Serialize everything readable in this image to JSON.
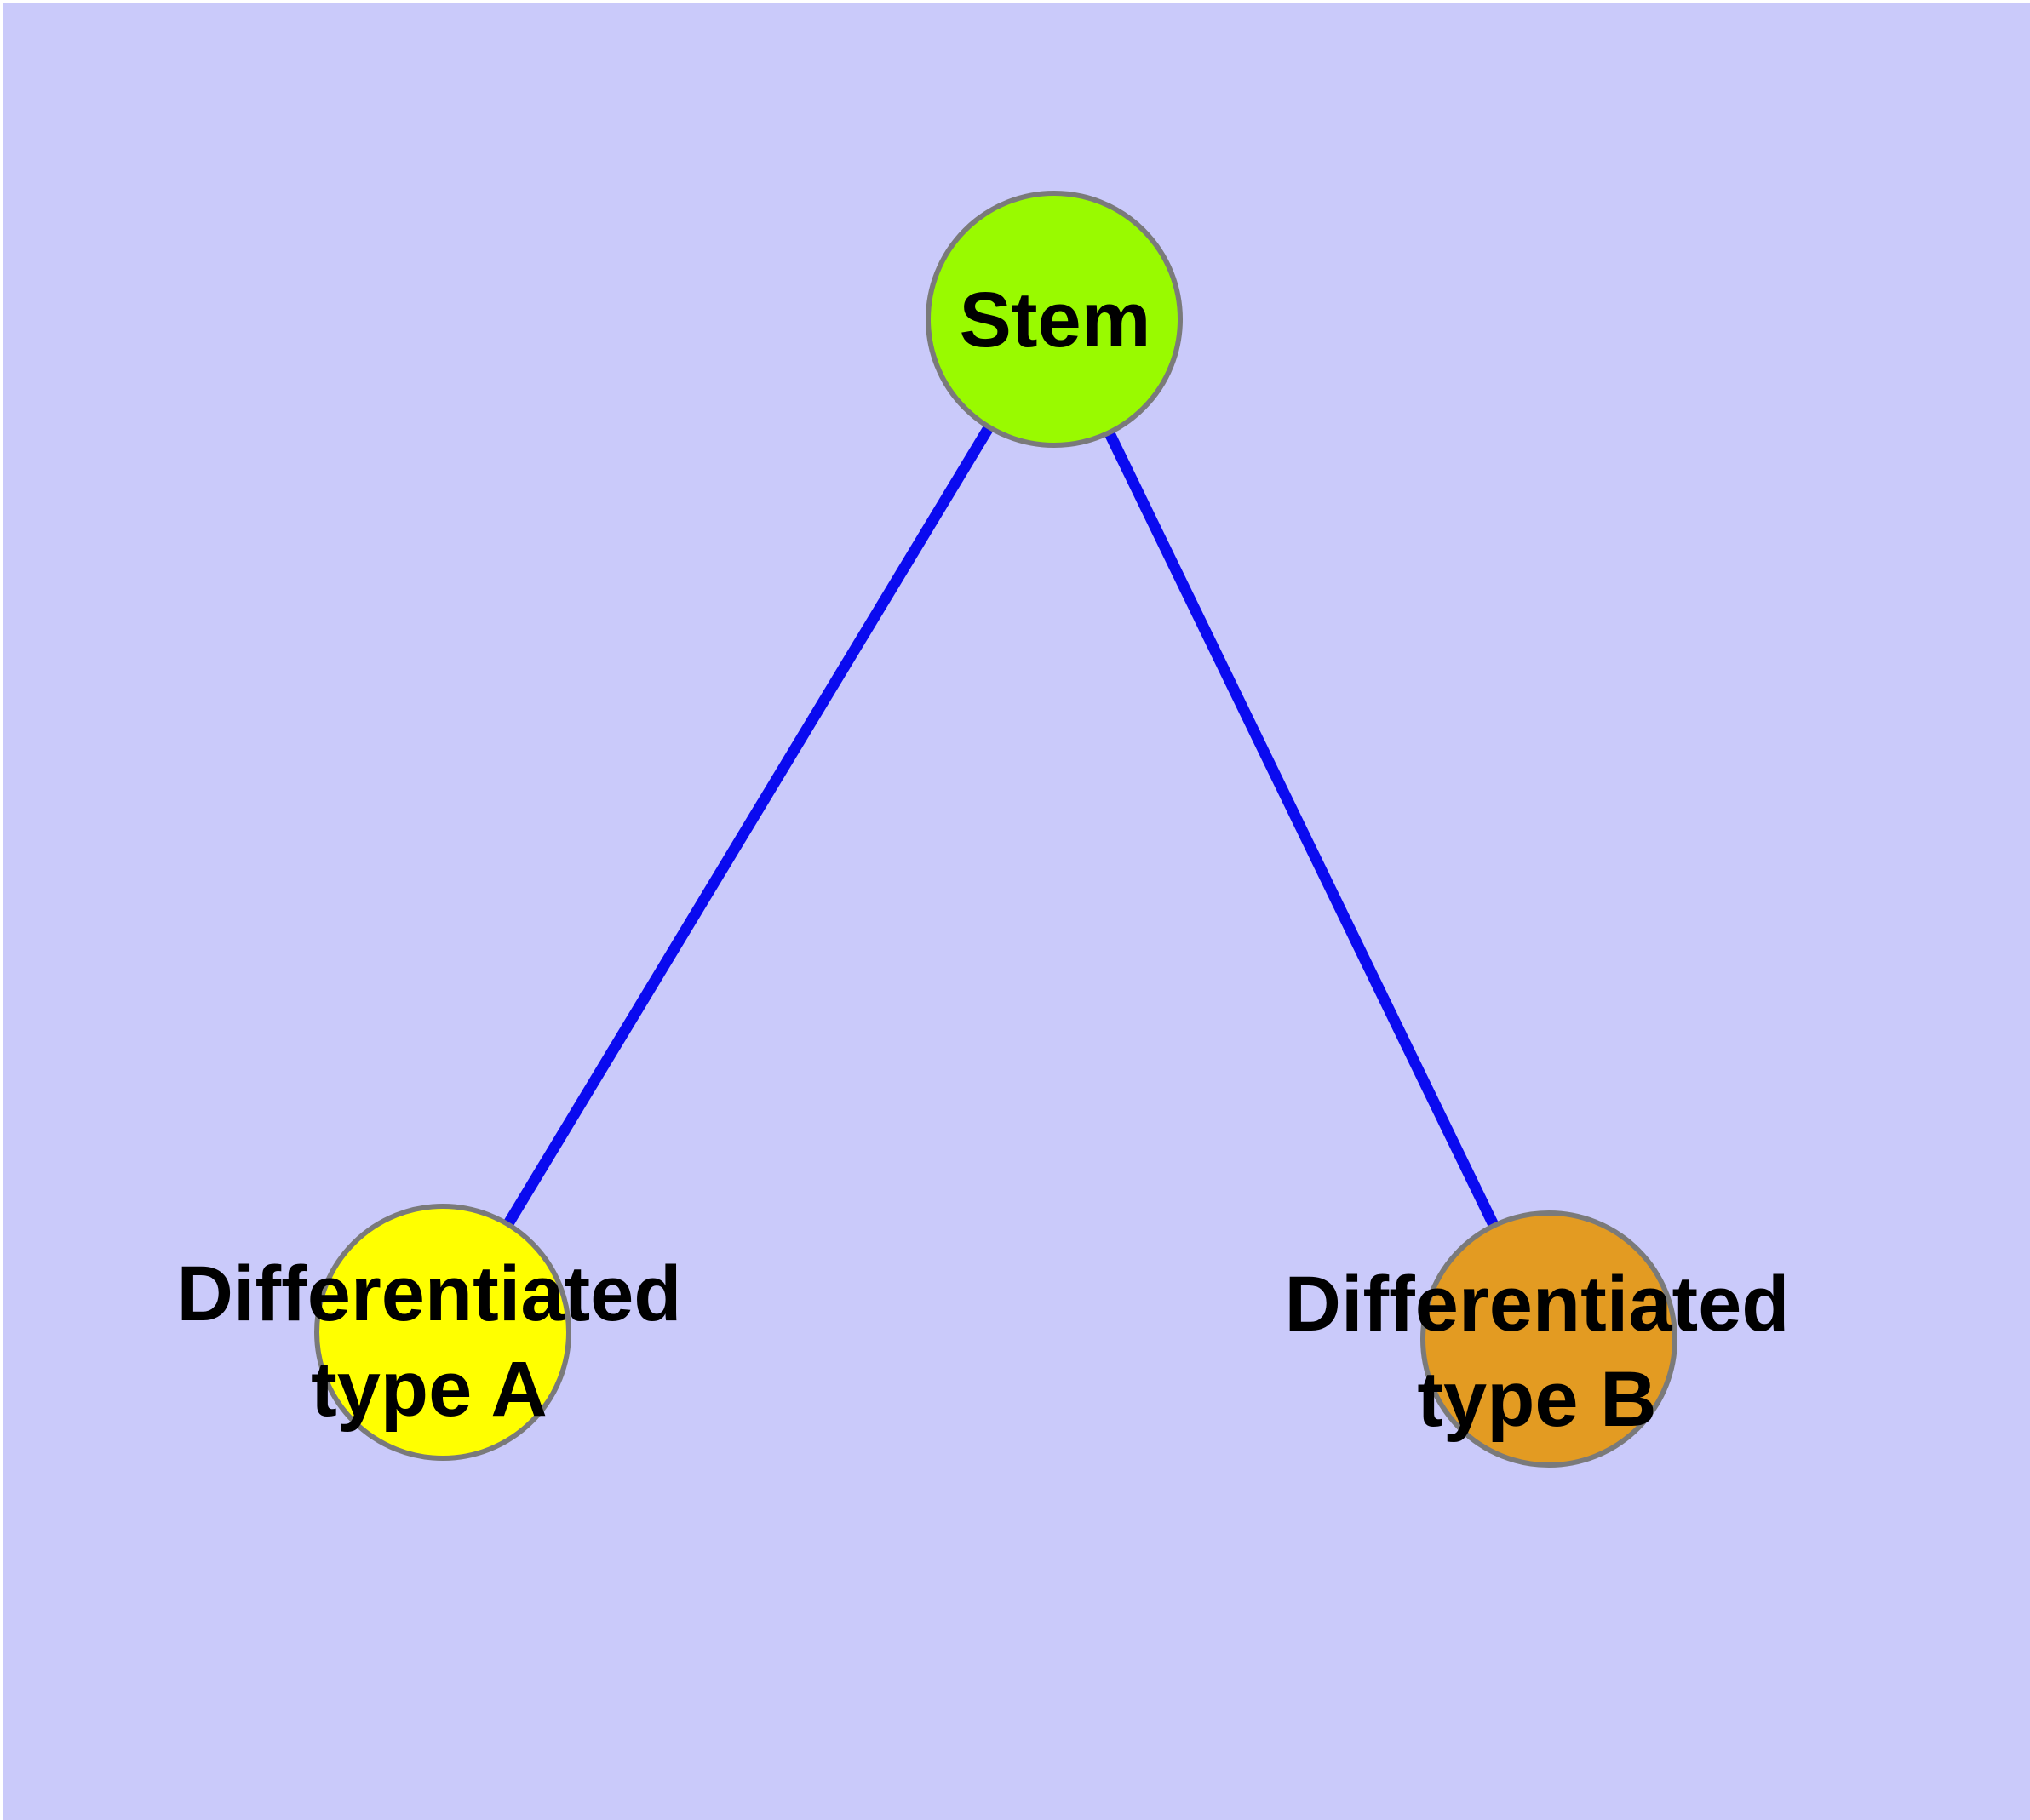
{
  "diagram": {
    "kind": "node-link graph",
    "background_color": "#CACAFA",
    "edge_color": "#0A0AF0",
    "node_border_color": "#7A7A7A",
    "label_color": "#000000",
    "nodes": [
      {
        "id": "stem",
        "label": "Stem",
        "fill": "#99FA00"
      },
      {
        "id": "type-a",
        "label": "Differentiated\ntype A",
        "fill": "#FFFF00"
      },
      {
        "id": "type-b",
        "label": "Differentiated\ntype B",
        "fill": "#E39B22"
      }
    ],
    "edges": [
      {
        "from": "stem",
        "to": "type-a"
      },
      {
        "from": "stem",
        "to": "type-b"
      }
    ]
  }
}
